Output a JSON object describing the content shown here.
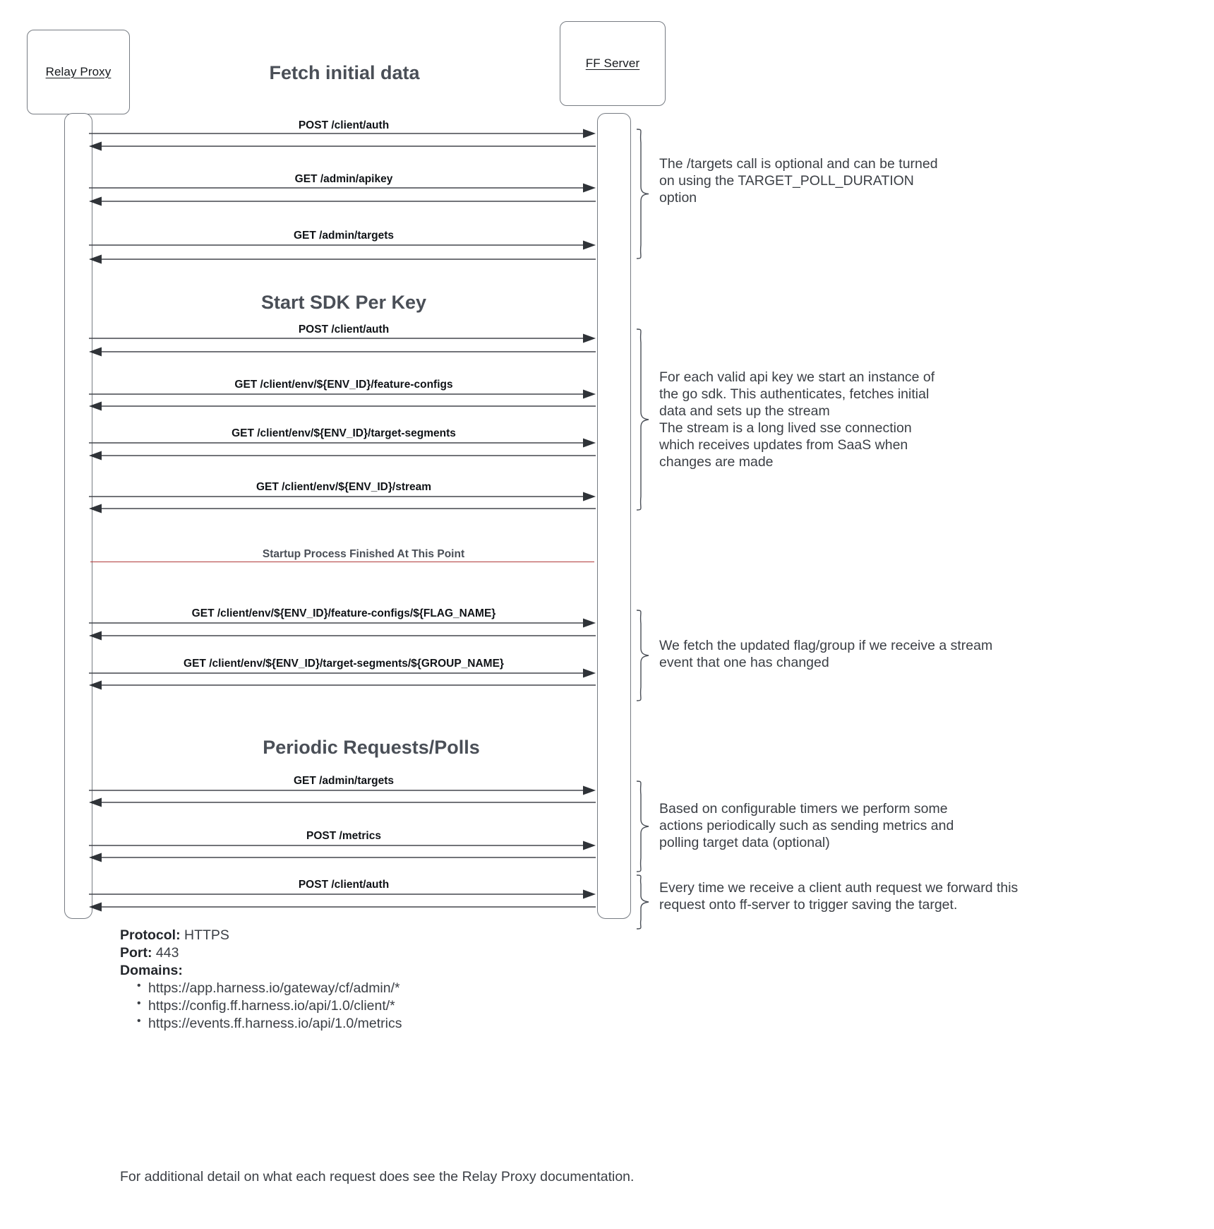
{
  "diagram": {
    "actors": [
      {
        "id": "relay-proxy",
        "label": "Relay Proxy"
      },
      {
        "id": "ff-server",
        "label": "FF Server"
      }
    ],
    "sections": [
      {
        "id": "fetch-initial-data",
        "title": "Fetch initial data"
      },
      {
        "id": "start-sdk-per-key",
        "title": "Start SDK Per Key"
      },
      {
        "id": "periodic-requests-polls",
        "title": "Periodic Requests/Polls"
      }
    ],
    "separator": {
      "label": "Startup Process Finished At This Point",
      "color": "#b03a3a"
    },
    "messages": [
      {
        "id": "m1",
        "label": "POST /client/auth"
      },
      {
        "id": "m2",
        "label": "GET /admin/apikey"
      },
      {
        "id": "m3",
        "label": "GET /admin/targets"
      },
      {
        "id": "m4",
        "label": "POST /client/auth"
      },
      {
        "id": "m5",
        "label": "GET /client/env/${ENV_ID}/feature-configs"
      },
      {
        "id": "m6",
        "label": "GET /client/env/${ENV_ID}/target-segments"
      },
      {
        "id": "m7",
        "label": "GET /client/env/${ENV_ID}/stream"
      },
      {
        "id": "m8",
        "label": "GET /client/env/${ENV_ID}/feature-configs/${FLAG_NAME}"
      },
      {
        "id": "m9",
        "label": "GET /client/env/${ENV_ID}/target-segments/${GROUP_NAME}"
      },
      {
        "id": "m10",
        "label": "GET /admin/targets"
      },
      {
        "id": "m11",
        "label": "POST /metrics"
      },
      {
        "id": "m12",
        "label": "POST /client/auth"
      }
    ],
    "notes": [
      {
        "id": "note-targets-optional",
        "text": "The /targets call is optional and can be turned\non using the TARGET_POLL_DURATION\noption"
      },
      {
        "id": "note-sdk-instance",
        "text": "For each valid api key we start an instance of\nthe go sdk. This authenticates, fetches initial\ndata and sets up the stream\nThe stream is a long lived sse connection\nwhich receives updates from SaaS when\nchanges are made"
      },
      {
        "id": "note-stream-update",
        "text": "We fetch the updated flag/group if we receive a stream\nevent that one has changed"
      },
      {
        "id": "note-periodic-timers",
        "text": "Based on configurable timers we perform some\nactions periodically such as sending metrics and\npolling target data (optional)"
      },
      {
        "id": "note-client-auth-forward",
        "text": "Every time we receive a client auth request we forward this\nrequest onto ff-server to trigger saving the target."
      }
    ],
    "footer": {
      "protocol_key": "Protocol:",
      "protocol_value": "HTTPS",
      "port_key": "Port:",
      "port_value": "443",
      "domains_key": "Domains:",
      "domains": [
        "https://app.harness.io/gateway/cf/admin/*",
        "https://config.ff.harness.io/api/1.0/client/*",
        "https://events.ff.harness.io/api/1.0/metrics"
      ],
      "closing_note": "For additional detail on what each request does see the Relay Proxy documentation."
    }
  }
}
